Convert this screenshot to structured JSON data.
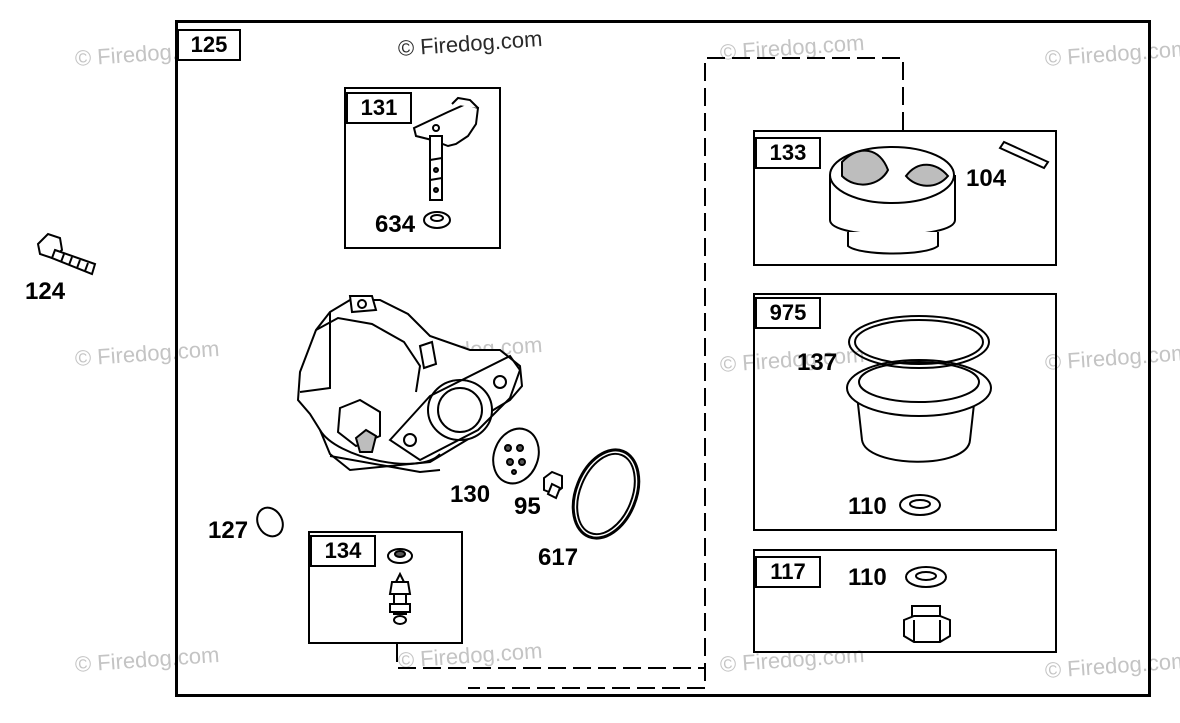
{
  "watermark": "© Firedog.com",
  "callouts": {
    "assembly_125": "125",
    "kit_131": "131",
    "seal_634": "634",
    "kit_133": "133",
    "pin_104": "104",
    "kit_975": "975",
    "bowl_137": "137",
    "washer_110_a": "110",
    "kit_117": "117",
    "washer_110_b": "110",
    "screw_124": "124",
    "plug_127": "127",
    "kit_134": "134",
    "gasket_130": "130",
    "screw_95": "95",
    "ring_617": "617"
  }
}
